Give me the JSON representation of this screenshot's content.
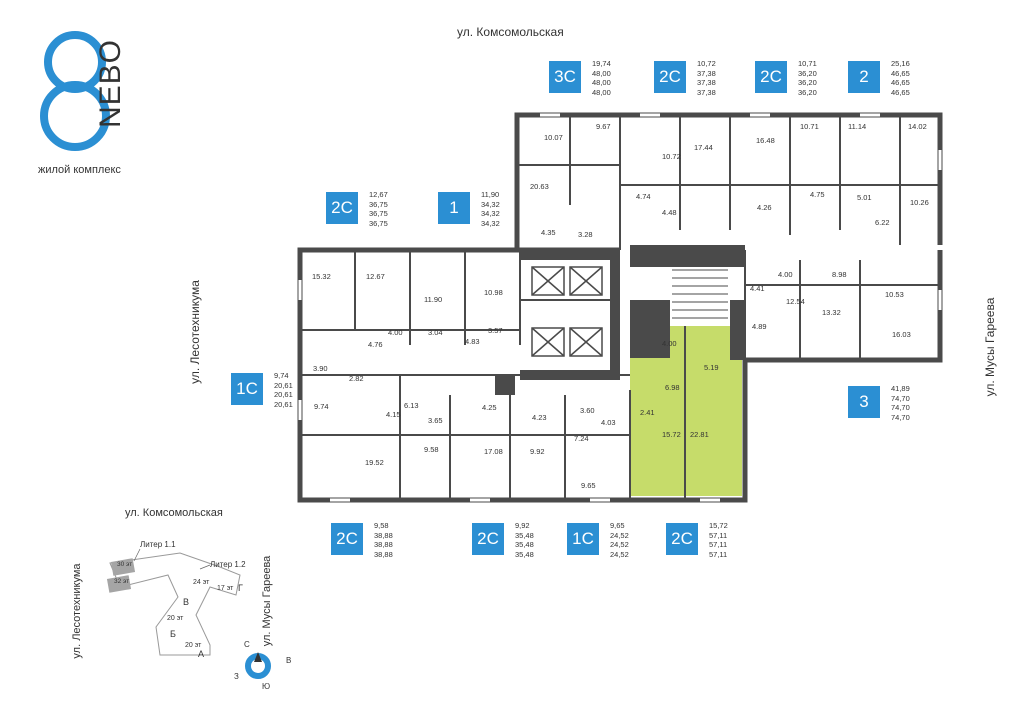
{
  "logo": {
    "brand": "NEBO",
    "subtitle": "жилой комплекс"
  },
  "streets": {
    "top": "ул. Комсомольская",
    "left": "ул. Лесотехникума",
    "right": "ул. Мусы Гареева"
  },
  "units": [
    {
      "id": "u3c",
      "label": "3С",
      "areas": [
        "19,74",
        "48,00",
        "48,00",
        "48,00"
      ]
    },
    {
      "id": "u2c_a",
      "label": "2С",
      "areas": [
        "10,72",
        "37,38",
        "37,38",
        "37,38"
      ]
    },
    {
      "id": "u2c_b",
      "label": "2С",
      "areas": [
        "10,71",
        "36,20",
        "36,20",
        "36,20"
      ]
    },
    {
      "id": "u2",
      "label": "2",
      "areas": [
        "25,16",
        "46,65",
        "46,65",
        "46,65"
      ]
    },
    {
      "id": "u2c_c",
      "label": "2С",
      "areas": [
        "12,67",
        "36,75",
        "36,75",
        "36,75"
      ]
    },
    {
      "id": "u1",
      "label": "1",
      "areas": [
        "11,90",
        "34,32",
        "34,32",
        "34,32"
      ]
    },
    {
      "id": "u1c_a",
      "label": "1С",
      "areas": [
        "9,74",
        "20,61",
        "20,61",
        "20,61"
      ]
    },
    {
      "id": "u3",
      "label": "3",
      "areas": [
        "41,89",
        "74,70",
        "74,70",
        "74,70"
      ]
    },
    {
      "id": "u2c_d",
      "label": "2С",
      "areas": [
        "9,58",
        "38,88",
        "38,88",
        "38,88"
      ]
    },
    {
      "id": "u2c_e",
      "label": "2С",
      "areas": [
        "9,92",
        "35,48",
        "35,48",
        "35,48"
      ]
    },
    {
      "id": "u1c_b",
      "label": "1С",
      "areas": [
        "9,65",
        "24,52",
        "24,52",
        "24,52"
      ]
    },
    {
      "id": "u2c_f",
      "label": "2С",
      "areas": [
        "15,72",
        "57,11",
        "57,11",
        "57,11"
      ]
    }
  ],
  "rooms": [
    "10.07",
    "9.67",
    "10.72",
    "17.44",
    "16.48",
    "10.71",
    "11.14",
    "14.02",
    "20.63",
    "4.74",
    "4.48",
    "4.26",
    "4.75",
    "5.01",
    "6.22",
    "10.26",
    "4.35",
    "3.28",
    "15.32",
    "12.67",
    "11.90",
    "10.98",
    "4.00",
    "8.98",
    "4.41",
    "10.53",
    "12.54",
    "13.32",
    "4.89",
    "16.03",
    "4.00",
    "3.04",
    "3.57",
    "4.76",
    "4.83",
    "4.00",
    "5.19",
    "3.90",
    "2.82",
    "6.98",
    "9.74",
    "4.15",
    "6.13",
    "3.65",
    "4.25",
    "4.23",
    "3.60",
    "4.03",
    "2.41",
    "15.72",
    "22.81",
    "7.24",
    "19.52",
    "9.58",
    "17.08",
    "9.92",
    "9.65"
  ],
  "minimap": {
    "street_top": "ул. Комсомольская",
    "street_left": "ул. Лесотехникума",
    "street_right": "ул. Мусы Гареева",
    "liter11": "Литер 1.1",
    "liter12": "Литер 1.2",
    "f30": "30 эт",
    "f32": "32 эт",
    "f24": "24 эт",
    "f17": "17 эт",
    "g": "Г",
    "v": "В",
    "f20a": "20 эт",
    "b": "Б",
    "f20b": "20 эт",
    "a": "А"
  },
  "compass": {
    "n": "С",
    "s": "Ю",
    "w": "З",
    "e": "В"
  },
  "colors": {
    "accent": "#2b8fd3",
    "highlight": "#c6dc6a",
    "wall": "#4a4a4a"
  }
}
